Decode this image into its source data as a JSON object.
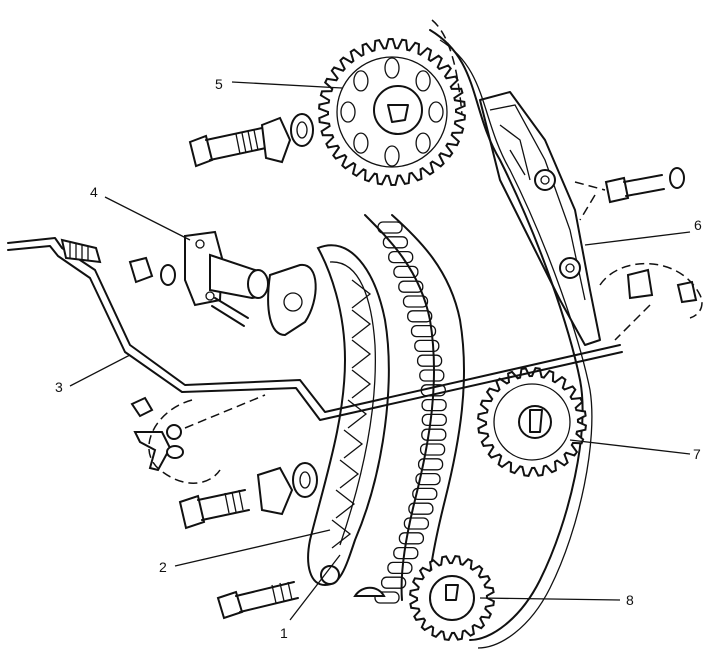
{
  "callouts": [
    {
      "id": "1",
      "label": "1"
    },
    {
      "id": "2",
      "label": "2"
    },
    {
      "id": "3",
      "label": "3"
    },
    {
      "id": "4",
      "label": "4"
    },
    {
      "id": "5",
      "label": "5"
    },
    {
      "id": "6",
      "label": "6"
    },
    {
      "id": "7",
      "label": "7"
    },
    {
      "id": "8",
      "label": "8"
    }
  ],
  "parts": {
    "camshaft_sprocket_teeth": 34,
    "intermediate_sprocket_teeth": 24,
    "crankshaft_sprocket_teeth": 20
  }
}
